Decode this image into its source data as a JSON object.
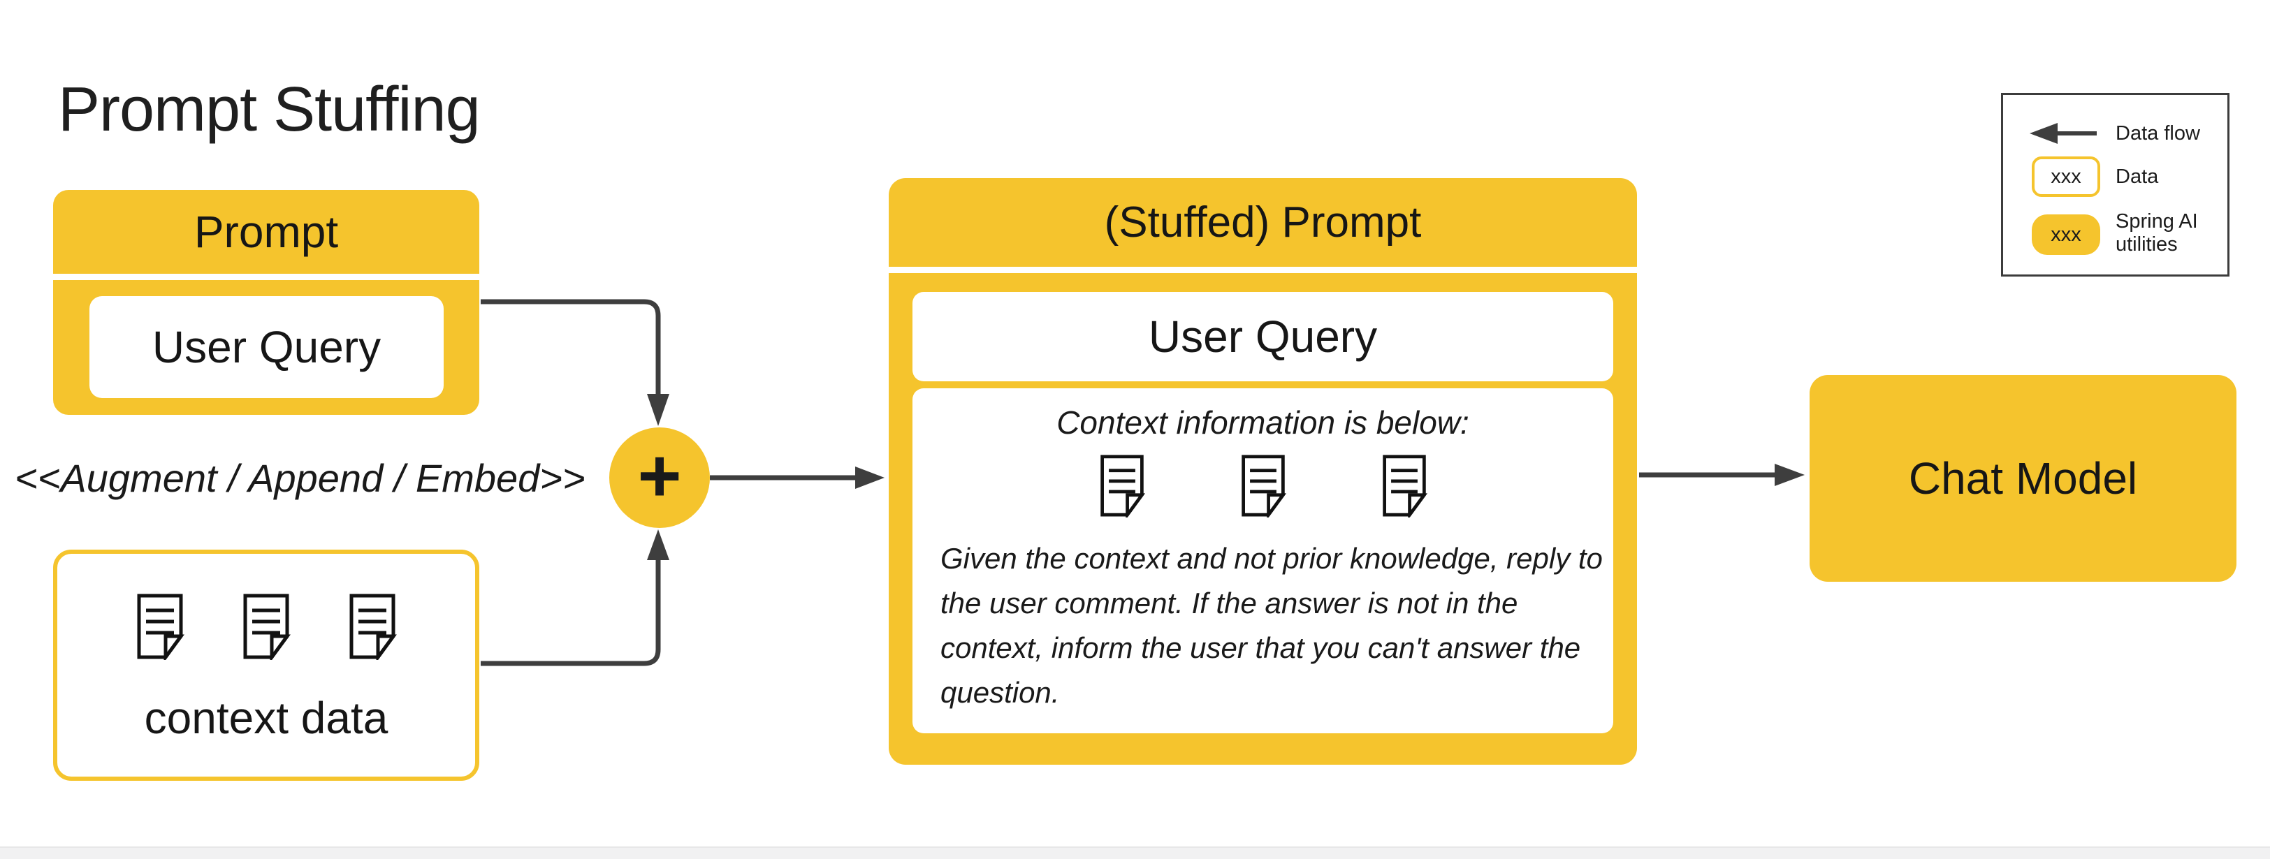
{
  "title": "Prompt Stuffing",
  "colors": {
    "accent_yellow": "#F5C42D",
    "arrow_gray": "#3E3E3E"
  },
  "prompt_box": {
    "title": "Prompt",
    "user_query": "User Query"
  },
  "augment_label": "<<Augment / Append / Embed>>",
  "context_box": {
    "label": "context data"
  },
  "operator": {
    "symbol": "+"
  },
  "stuffed_prompt_box": {
    "title": "(Stuffed) Prompt",
    "user_query": "User Query",
    "context_heading": "Context information is below:",
    "instruction": "Given the context and not prior knowledge, reply to the user comment. If the answer is not in the context, inform the user that you can't answer the question."
  },
  "chat_model_box": {
    "title": "Chat Model"
  },
  "legend": {
    "rows": [
      {
        "type": "arrow",
        "label": "Data flow"
      },
      {
        "type": "data-box",
        "sample": "xxx",
        "label": "Data"
      },
      {
        "type": "spring-box",
        "sample": "xxx",
        "label": "Spring AI utilities"
      }
    ]
  }
}
